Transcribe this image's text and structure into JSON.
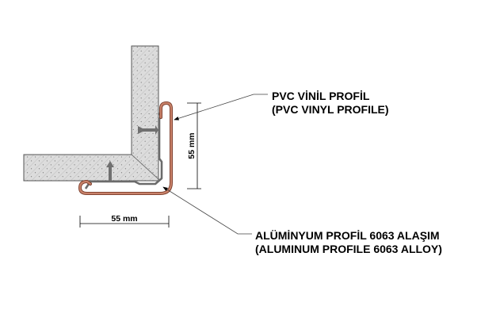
{
  "labels": {
    "pvc_tr": "PVC VİNİL PROFİL",
    "pvc_en": "(PVC VINYL PROFILE)",
    "alu_tr": "ALÜMİNYUM PROFİL 6063 ALAŞIM",
    "alu_en": "(ALUMINUM PROFILE 6063 ALLOY)"
  },
  "dimensions": {
    "vertical": "55 mm",
    "horizontal": "55 mm"
  },
  "colors": {
    "pvc": "#c9826a",
    "aluminum": "#6b6b6b",
    "concrete": "#dcdcdc"
  }
}
